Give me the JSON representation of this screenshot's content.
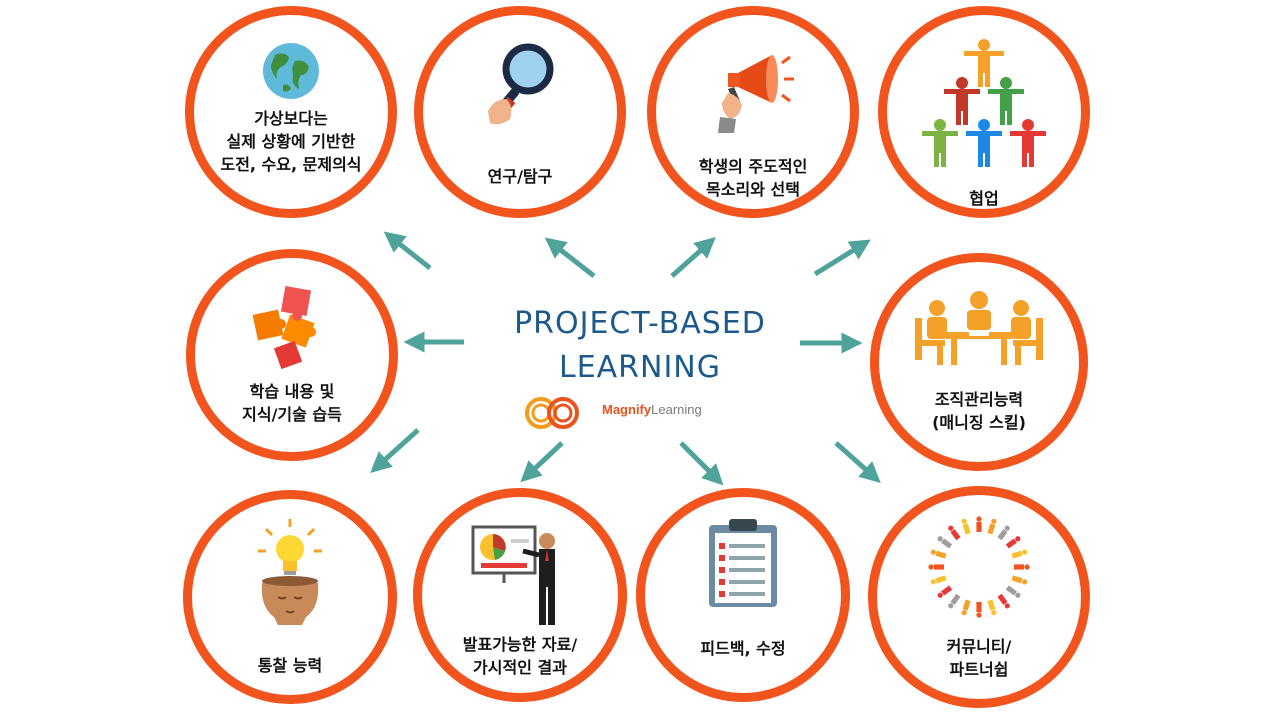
{
  "center": {
    "title_line1": "PROJECT-BASED",
    "title_line2": "LEARNING",
    "brand_part1": "Magnify",
    "brand_part2": "Learning"
  },
  "colors": {
    "ring": "#f2541e",
    "arrow": "#4fa39b",
    "title": "#1c5a8c"
  },
  "nodes": [
    {
      "id": "real-world",
      "icon": "globe-icon",
      "lines": [
        "가상보다는",
        "실제 상황에 기반한",
        "도전, 수요, 문제의식"
      ]
    },
    {
      "id": "inquiry",
      "icon": "magnifier-icon",
      "lines": [
        "연구/탐구"
      ]
    },
    {
      "id": "voice-choice",
      "icon": "megaphone-icon",
      "lines": [
        "학생의 주도적인",
        "목소리와 선택"
      ]
    },
    {
      "id": "collaboration",
      "icon": "human-pyramid-icon",
      "lines": [
        "협업"
      ]
    },
    {
      "id": "knowledge",
      "icon": "puzzle-icon",
      "lines": [
        "학습 내용 및",
        "지식/기술 습득"
      ]
    },
    {
      "id": "management",
      "icon": "meeting-icon",
      "lines": [
        "조직관리능력",
        "(매니징 스킬)"
      ]
    },
    {
      "id": "insight",
      "icon": "lightbulb-head-icon",
      "lines": [
        "통찰 능력"
      ]
    },
    {
      "id": "presentation",
      "icon": "presenter-icon",
      "lines": [
        "발표가능한 자료/",
        "가시적인 결과"
      ]
    },
    {
      "id": "feedback",
      "icon": "clipboard-icon",
      "lines": [
        "피드백, 수정"
      ]
    },
    {
      "id": "community",
      "icon": "people-circle-icon",
      "lines": [
        "커뮤니티/",
        "파트너쉽"
      ]
    }
  ]
}
